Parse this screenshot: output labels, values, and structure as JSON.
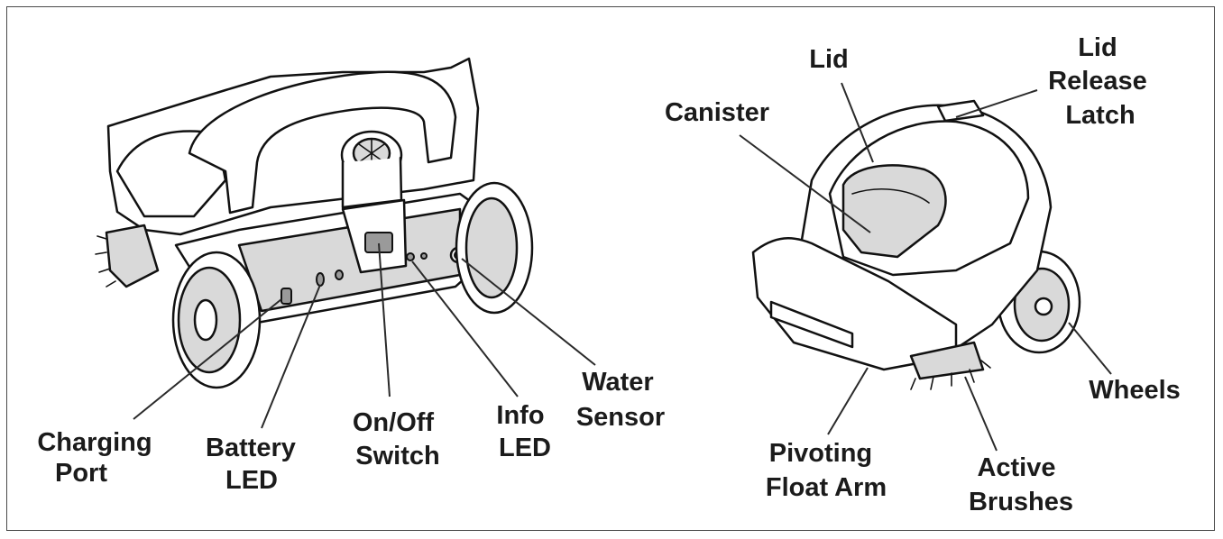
{
  "labels": {
    "charging_port": [
      "Charging",
      "Port"
    ],
    "battery_led": [
      "Battery",
      "LED"
    ],
    "onoff_switch": [
      "On/Off",
      "Switch"
    ],
    "info_led": [
      "Info",
      "LED"
    ],
    "water_sensor": [
      "Water",
      "Sensor"
    ],
    "lid": [
      "Lid"
    ],
    "lid_release_latch": [
      "Lid",
      "Release",
      "Latch"
    ],
    "canister": [
      "Canister"
    ],
    "wheels": [
      "Wheels"
    ],
    "pivoting_float_arm": [
      "Pivoting",
      "Float Arm"
    ],
    "active_brushes": [
      "Active",
      "Brushes"
    ]
  }
}
